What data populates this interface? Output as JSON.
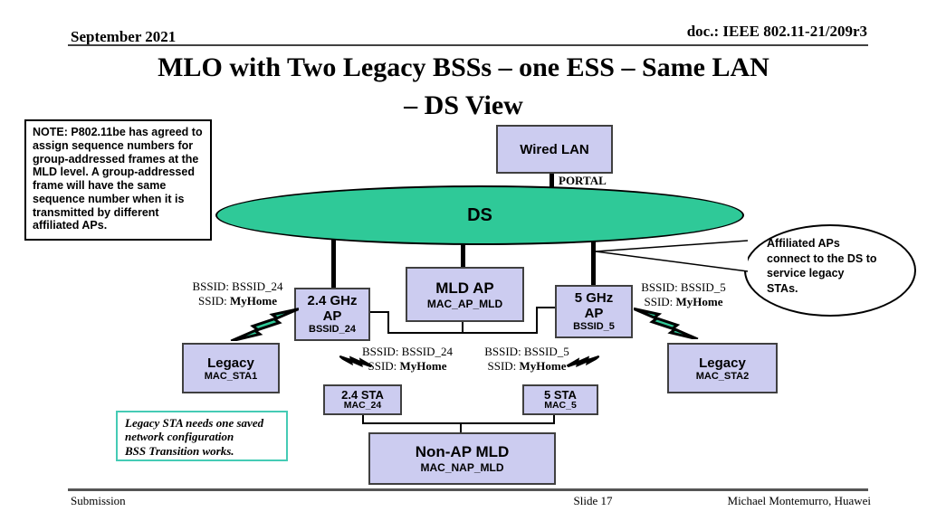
{
  "header": {
    "date": "September 2021",
    "doc_id": "doc.: IEEE 802.11-21/209r3"
  },
  "title": {
    "line1": "MLO with Two Legacy BSSs – one ESS –  Same LAN",
    "line2": "– DS View"
  },
  "note": {
    "text": "NOTE: P802.11be has agreed to assign sequence numbers for group-addressed frames at the MLD level. A group-addressed frame will have the same sequence number when it is transmitted by different affiliated APs."
  },
  "callout": {
    "text": "Affiliated APs connect to the DS to service legacy STAs."
  },
  "transition_note": {
    "lines": [
      "Legacy STA needs one saved",
      "network configuration",
      "BSS Transition works."
    ]
  },
  "diagram": {
    "wired_lan": "Wired LAN",
    "portal": "PORTAL",
    "ds": "DS",
    "mld_ap": {
      "title": "MLD AP",
      "mac": "MAC_AP_MLD"
    },
    "ap24": {
      "freq": "2.4 GHz",
      "role": "AP",
      "bssid": "BSSID_24"
    },
    "ap5": {
      "freq": "5 GHz",
      "role": "AP",
      "bssid": "BSSID_5"
    },
    "legacy1": {
      "title": "Legacy",
      "mac": "MAC_STA1"
    },
    "legacy2": {
      "title": "Legacy",
      "mac": "MAC_STA2"
    },
    "sta24": {
      "title": "2.4 STA",
      "mac": "MAC_24"
    },
    "sta5": {
      "title": "5 STA",
      "mac": "MAC_5"
    },
    "nonap_mld": {
      "title": "Non-AP MLD",
      "mac": "MAC_NAP_MLD"
    },
    "rf_labels": [
      {
        "bssid": "BSSID: BSSID_24",
        "ssid_label": "SSID:",
        "ssid_value": "MyHome"
      },
      {
        "bssid": "BSSID: BSSID_5",
        "ssid_label": "SSID:",
        "ssid_value": "MyHome"
      },
      {
        "bssid": "BSSID: BSSID_24",
        "ssid_label": "SSID:",
        "ssid_value": "MyHome"
      },
      {
        "bssid": "BSSID: BSSID_5",
        "ssid_label": "SSID:",
        "ssid_value": "MyHome"
      }
    ]
  },
  "footer": {
    "left": "Submission",
    "center": "Slide 17",
    "right": "Michael Montemurro, Huawei"
  },
  "colors": {
    "node_fill": "#ccccf0",
    "node_border": "#404040",
    "ds_green": "#2fc998",
    "bolt_green": "#2fc998",
    "teal_border": "#45cbb5"
  }
}
